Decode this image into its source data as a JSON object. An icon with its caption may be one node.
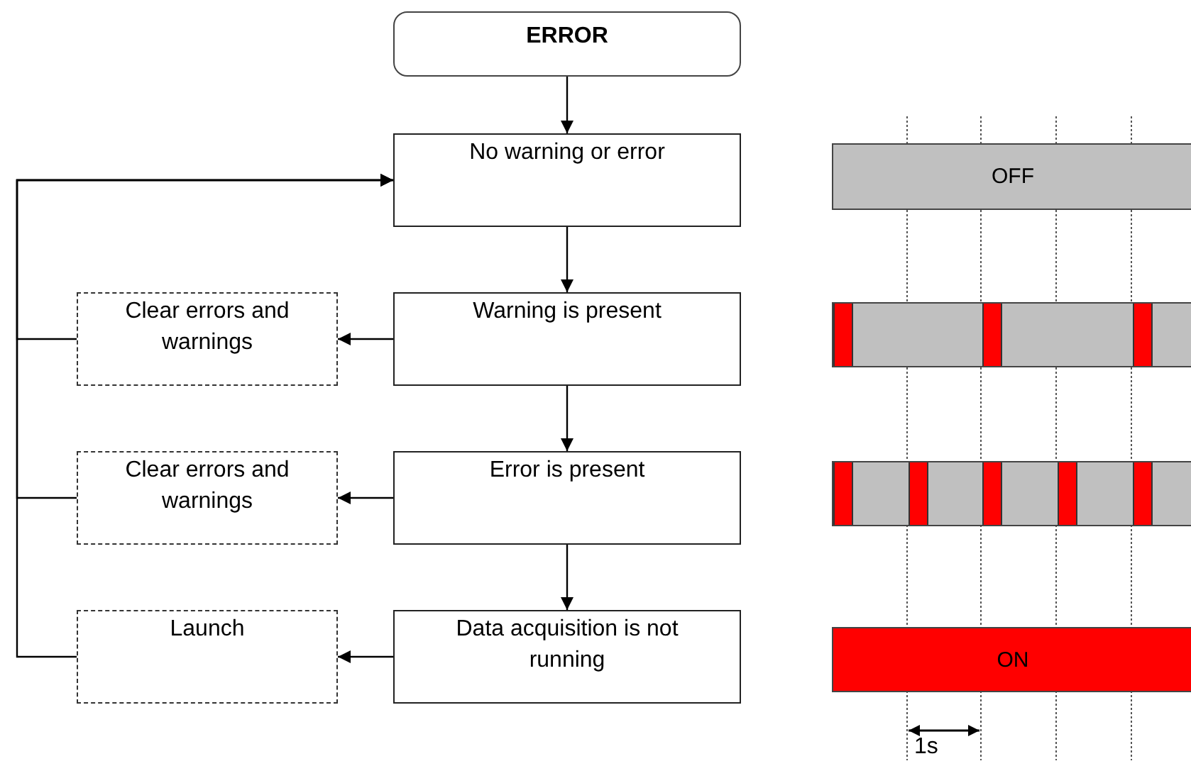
{
  "diagram": {
    "nodes": [
      {
        "text": [
          "ERROR"
        ]
      },
      {
        "text": [
          "No warning or error"
        ]
      },
      {
        "text": [
          "Warning is present"
        ]
      },
      {
        "text": [
          "Error is present"
        ]
      },
      {
        "text": [
          "Data acquisition is not running"
        ]
      },
      {
        "text": [
          "Clear errors and warnings"
        ]
      },
      {
        "text": [
          "Clear errors and warnings"
        ]
      },
      {
        "text": [
          "Launch"
        ]
      },
      {
        "text": [
          "OFF"
        ]
      },
      {
        "text": [],
        "shape": "bar"
      },
      {
        "text": [],
        "shape": "bar"
      },
      {
        "text": [
          "ON"
        ]
      }
    ],
    "edges": [
      {
        "from": 0,
        "to": 1,
        "arrow": "to"
      },
      {
        "from": 1,
        "to": 2,
        "arrow": "to"
      },
      {
        "from": 2,
        "to": 3,
        "arrow": "to"
      },
      {
        "from": 3,
        "to": 4,
        "arrow": "to"
      },
      {
        "from": 2,
        "to": 5,
        "arrow": "to"
      },
      {
        "from": 3,
        "to": 6,
        "arrow": "to"
      },
      {
        "from": 4,
        "to": 7,
        "arrow": "to"
      },
      {
        "from": 5,
        "to": 1,
        "arrow": "to"
      },
      {
        "from": 6,
        "to": 1,
        "arrow": "to"
      },
      {
        "from": 7,
        "to": 1,
        "arrow": "to"
      }
    ],
    "labels": [
      "1s"
    ]
  }
}
